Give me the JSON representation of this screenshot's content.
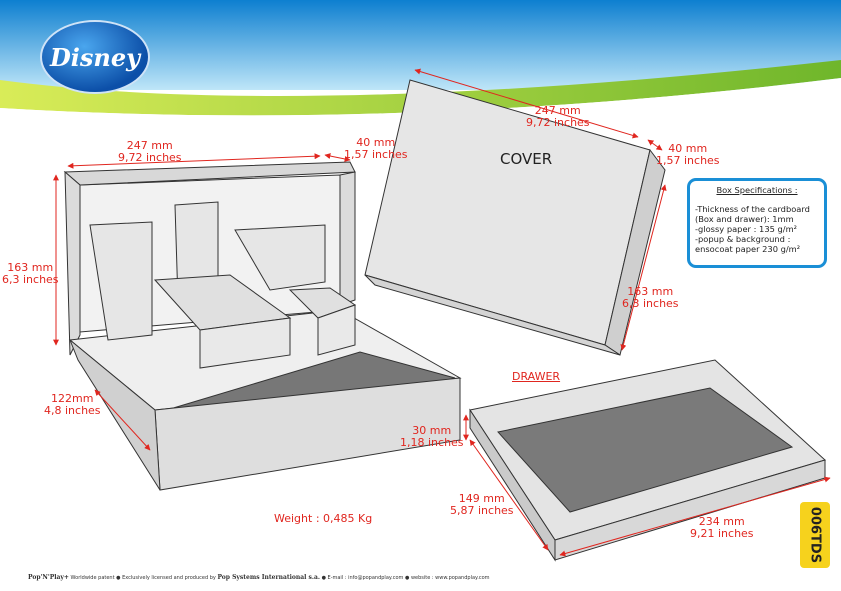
{
  "brand": {
    "logo": "Disney"
  },
  "labels": {
    "left_width": [
      "247 mm",
      "9,72 inches"
    ],
    "left_depth": [
      "40 mm",
      "1,57 inches"
    ],
    "left_height": [
      "163 mm",
      "6,3 inches"
    ],
    "left_drawer": [
      "122mm",
      "4,8 inches"
    ],
    "cover_width": [
      "247 mm",
      "9,72 inches"
    ],
    "cover_depth": [
      "40 mm",
      "1,57 inches"
    ],
    "cover_height": [
      "163 mm",
      "6,3 inches"
    ],
    "drawer_height": [
      "30 mm",
      "1,18 inches"
    ],
    "drawer_depth": [
      "149 mm",
      "5,87 inches"
    ],
    "drawer_width": [
      "234 mm",
      "9,21 inches"
    ]
  },
  "cover_title": "COVER",
  "drawer_title": "DRAWER",
  "weight": "Weight : 0,485 Kg",
  "specs": {
    "title": "Box Specifications :",
    "lines": [
      "-Thickness of the cardboard (Box and drawer): 1mm",
      "-glossy paper : 135 g/m²",
      "-popup & background : ensocoat paper 230 g/m²"
    ]
  },
  "footer": {
    "brand": "Pop'N'Play+",
    "text1": "Worldwide patent ● Exclusively licensed and produced by",
    "company": "Pop Systems International s.a.",
    "text2": "● E-mail : info@popandplay.com ● website : www.popandplay.com"
  },
  "tag": "006TDS",
  "colors": {
    "dim": "#e0261f",
    "spec_border": "#1a8fd6",
    "tag": "#f6d21d"
  }
}
